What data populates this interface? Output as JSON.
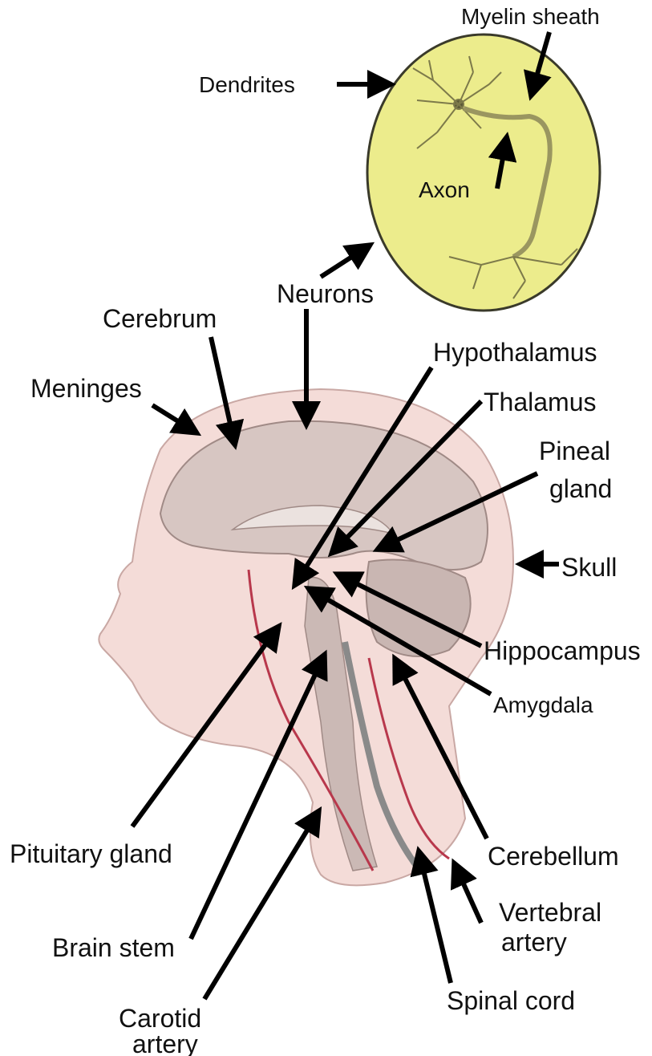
{
  "labels": {
    "myelin_sheath": "Myelin sheath",
    "dendrites": "Dendrites",
    "axon": "Axon",
    "neurons": "Neurons",
    "cerebrum": "Cerebrum",
    "meninges": "Meninges",
    "hypothalamus": "Hypothalamus",
    "thalamus": "Thalamus",
    "pineal_line1": "Pineal",
    "pineal_line2": "gland",
    "skull": "Skull",
    "hippocampus": "Hippocampus",
    "amygdala": "Amygdala",
    "pituitary_gland": "Pituitary gland",
    "cerebellum": "Cerebellum",
    "vertebral_line1": "Vertebral",
    "vertebral_line2": "artery",
    "brain_stem": "Brain stem",
    "spinal_cord": "Spinal cord",
    "carotid_line1": "Carotid",
    "carotid_line2": "artery"
  },
  "colors": {
    "inset_fill": "#ecec8c",
    "inset_stroke": "#3a3a2a",
    "skin": "#f4dcd8",
    "brain": "#d7c6c2",
    "artery": "#b8384c",
    "arrow": "#000000"
  }
}
